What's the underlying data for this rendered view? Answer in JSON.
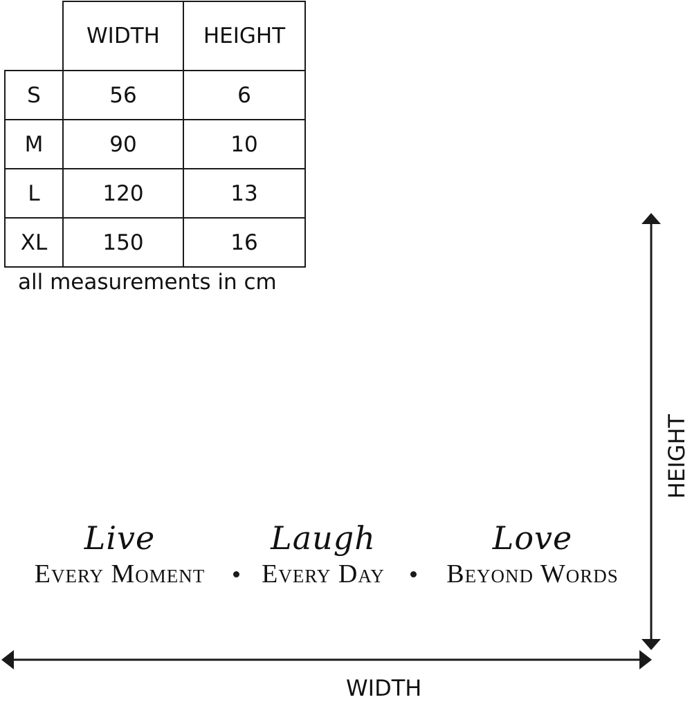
{
  "size_table": {
    "headers": [
      "WIDTH",
      "HEIGHT"
    ],
    "rows": [
      {
        "size": "S",
        "width": "56",
        "height": "6"
      },
      {
        "size": "M",
        "width": "90",
        "height": "10"
      },
      {
        "size": "L",
        "width": "120",
        "height": "13"
      },
      {
        "size": "XL",
        "width": "150",
        "height": "16"
      }
    ],
    "note": "all measurements in cm"
  },
  "decal": {
    "phrases": [
      {
        "script": "Live",
        "caps": "Every Moment"
      },
      {
        "script": "Laugh",
        "caps": "Every Day"
      },
      {
        "script": "Love",
        "caps": "Beyond Words"
      }
    ]
  },
  "dimensions": {
    "width_label": "WIDTH",
    "height_label": "HEIGHT"
  },
  "colors": {
    "ink": "#1a1a1a",
    "background": "#ffffff"
  }
}
